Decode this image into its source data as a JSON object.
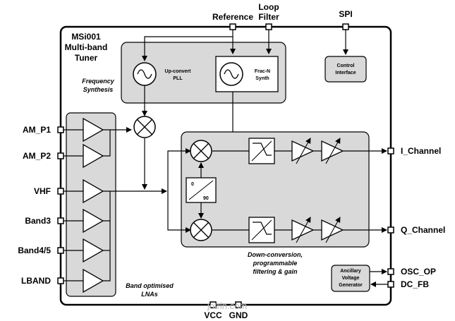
{
  "chip": {
    "title_line1": "MSi001",
    "title_line2": "Multi-band",
    "title_line3": "Tuner"
  },
  "top_pins": {
    "reference": "Reference",
    "loop_filter_line1": "Loop",
    "loop_filter_line2": "Filter",
    "spi": "SPI"
  },
  "left_pins": [
    "AM_P1",
    "AM_P2",
    "VHF",
    "Band3",
    "Band4/5",
    "LBAND"
  ],
  "right_pins": {
    "i_channel": "I_Channel",
    "q_channel": "Q_Channel",
    "osc_op": "OSC_OP",
    "dc_fb": "DC_FB"
  },
  "bottom_pins": {
    "vcc": "VCC",
    "gnd": "GND"
  },
  "blocks": {
    "upconvert_pll_line1": "Up-convert",
    "upconvert_pll_line2": "PLL",
    "fracn_line1": "Frac-N",
    "fracn_line2": "Synth",
    "control_interface_line1": "Control",
    "control_interface_line2": "Interface",
    "ancillary_line1": "Ancillary",
    "ancillary_line2": "Voltage",
    "ancillary_line3": "Generator",
    "phase_0": "0",
    "phase_90": "90"
  },
  "captions": {
    "freq_synth_line1": "Frequency",
    "freq_synth_line2": "Synthesis",
    "lna_line1": "Band optimised",
    "lna_line2": "LNAs",
    "downconv_line1": "Down-conversion,",
    "downconv_line2": "programmable",
    "downconv_line3": "filtering & gain"
  },
  "watermark": "jotrin.com",
  "colors": {
    "panel_fill": "#d9d9d9",
    "stroke": "#000000"
  }
}
